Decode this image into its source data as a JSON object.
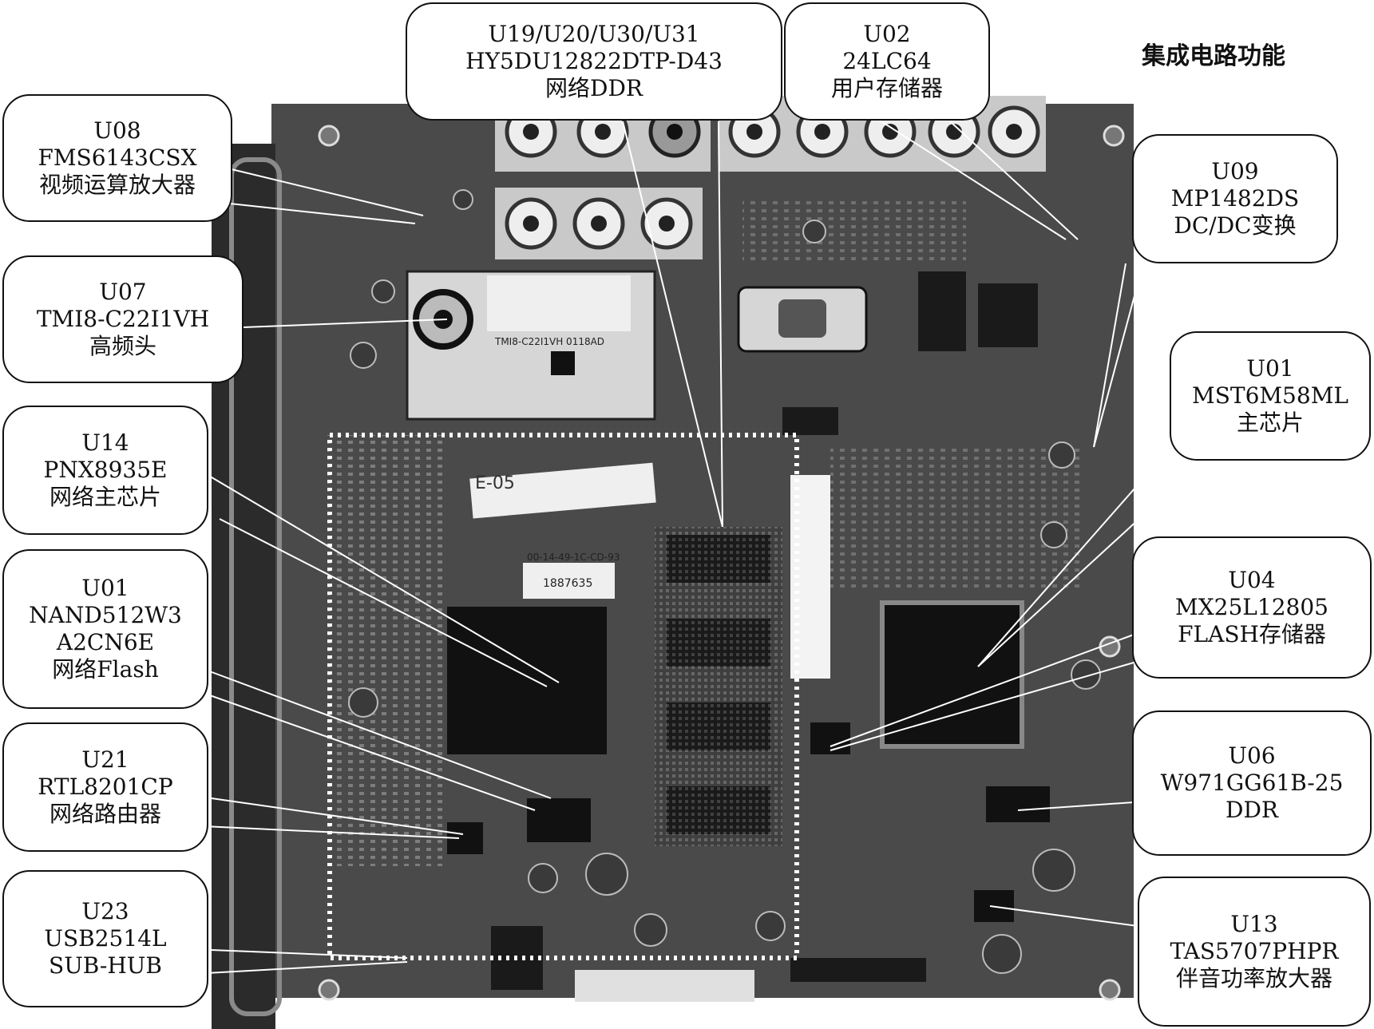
{
  "title": "集成电路功能",
  "board_colors": {
    "pcb": "#4a4a4a",
    "pcb_dark": "#2b2b2b",
    "chip": "#111111",
    "metal": "#c9c9c9",
    "frame": "#ffffff"
  },
  "board_labels": {
    "tuner_model": "TMI8-C22I1VH  0118AD",
    "chassis_code": "00-14-49-1C-CD-93",
    "serial": "1887635",
    "sticker": "E-05"
  },
  "callouts": [
    {
      "id": "u19-ddr",
      "lines": [
        "U19/U20/U30/U31",
        "HY5DU12822DTP-D43",
        "网络DDR"
      ]
    },
    {
      "id": "u02-eeprom",
      "lines": [
        "U02",
        "24LC64",
        "用户存储器"
      ]
    },
    {
      "id": "u08-amp",
      "lines": [
        "U08",
        "FMS6143CSX",
        "视频运算放大器"
      ]
    },
    {
      "id": "u07-tuner",
      "lines": [
        "U07",
        "TMI8-C22I1VH",
        "高频头"
      ]
    },
    {
      "id": "u14-cpu",
      "lines": [
        "U14",
        "PNX8935E",
        "网络主芯片"
      ]
    },
    {
      "id": "u01-nand",
      "lines": [
        "U01",
        "NAND512W3",
        "A2CN6E",
        "网络Flash"
      ]
    },
    {
      "id": "u21-phy",
      "lines": [
        "U21",
        "RTL8201CP",
        "网络路由器"
      ]
    },
    {
      "id": "u23-hub",
      "lines": [
        "U23",
        "USB2514L",
        "SUB-HUB"
      ]
    },
    {
      "id": "u09-dcdc",
      "lines": [
        "U09",
        "MP1482DS",
        "DC/DC变换"
      ]
    },
    {
      "id": "u01-main",
      "lines": [
        "U01",
        "MST6M58ML",
        "主芯片"
      ]
    },
    {
      "id": "u04-flash",
      "lines": [
        "U04",
        "MX25L12805",
        "FLASH存储器"
      ]
    },
    {
      "id": "u06-ddr",
      "lines": [
        "U06",
        "W971GG61B-25",
        "DDR"
      ]
    },
    {
      "id": "u13-audio",
      "lines": [
        "U13",
        "TAS5707PHPR",
        "伴音功率放大器"
      ]
    }
  ]
}
